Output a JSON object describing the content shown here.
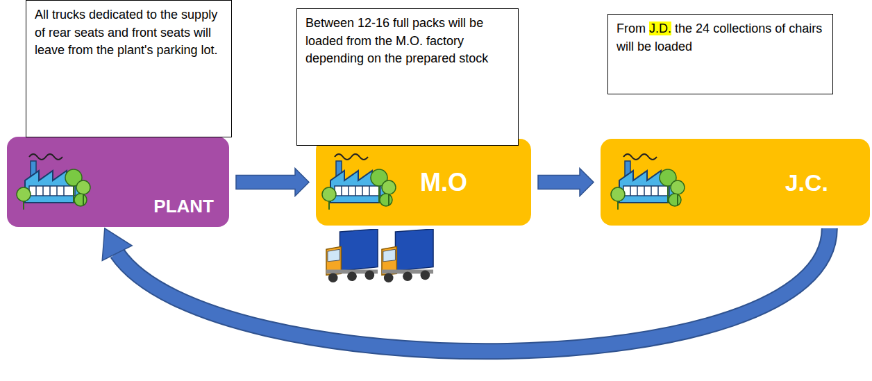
{
  "diagram": {
    "nodes": [
      {
        "text": [
          "All trucks dedicated to the supply of rear seats and front seats will leave from the plant's parking lot."
        ]
      },
      {
        "text": [
          "Between 12-16 full packs will be loaded from the M.O. factory depending on the prepared stock"
        ]
      },
      {
        "text": [
          "From J.D. the 24 collections of chairs will be loaded"
        ]
      },
      {
        "text": [
          "PLANT"
        ]
      },
      {
        "text": [
          "M.O"
        ]
      },
      {
        "text": [
          "J.C."
        ]
      }
    ],
    "edges": [
      {
        "from": 3,
        "to": 4,
        "arrow": "to"
      },
      {
        "from": 4,
        "to": 5,
        "arrow": "to"
      },
      {
        "from": 5,
        "to": 3,
        "arrow": "to"
      }
    ]
  }
}
